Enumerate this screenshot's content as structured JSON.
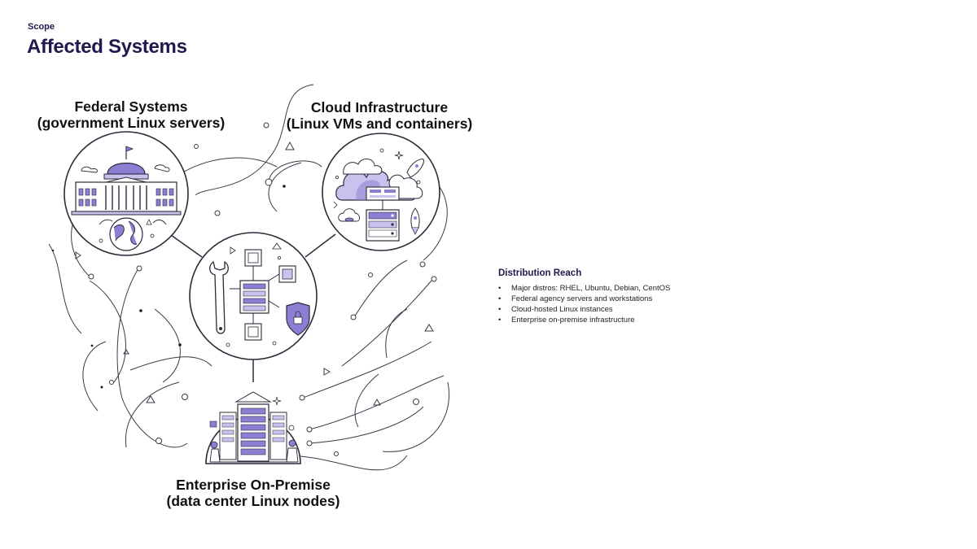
{
  "header": {
    "eyebrow": "Scope",
    "title": "Affected Systems"
  },
  "diagram": {
    "federal": {
      "label_line1": "Federal Systems",
      "label_line2": "(government Linux servers)",
      "icon": "capitol-building-icon"
    },
    "cloud": {
      "label_line1": "Cloud Infrastructure",
      "label_line2": "(Linux VMs and containers)",
      "icon": "cloud-server-icon"
    },
    "enterprise": {
      "label_line1": "Enterprise On-Premise",
      "label_line2": "(data center Linux nodes)",
      "icon": "server-rack-icon"
    },
    "hub": {
      "icon": "chip-wrench-shield-icon"
    }
  },
  "reach": {
    "heading": "Distribution Reach",
    "items": [
      "Major distros: RHEL, Ubuntu, Debian, CentOS",
      "Federal agency servers and workstations",
      "Cloud-hosted Linux instances",
      "Enterprise on-premise infrastructure"
    ]
  },
  "colors": {
    "navy": "#1f1a4d",
    "purple": "#8b7fd4",
    "purple_light": "#c9c2ee",
    "line": "#2b2b3a"
  }
}
